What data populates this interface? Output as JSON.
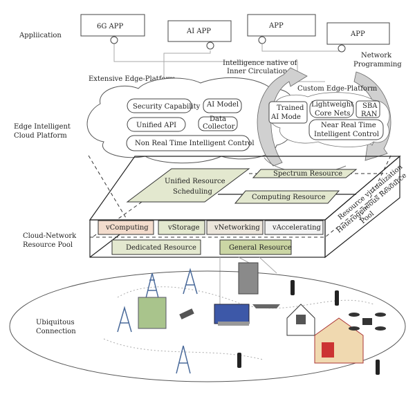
{
  "layers": {
    "application": "Appliication",
    "edge_platform": [
      "Edge Intelligent",
      "Cloud Platform"
    ],
    "resource_pool": [
      "Cloud-Network",
      "Resource Pool"
    ],
    "connection": [
      "Ubiquitous",
      "Connection"
    ]
  },
  "apps": [
    "6G APP",
    "AI APP",
    "APP",
    "APP"
  ],
  "annotations": {
    "intelligence_native": [
      "Intelligence native of",
      "Inner Circulation"
    ],
    "network_programming": [
      "Network",
      "Programming"
    ],
    "extensive_edge": "Extensive Edge-Platform",
    "custom_edge": "Custom Edge-Platform"
  },
  "extensive_edge_items": {
    "security": "Security Capability",
    "ai_model": "AI Model",
    "unified_api": "Unified API",
    "data_collector": [
      "Data",
      "Collector"
    ],
    "non_rt_control": "Non Real Time Intelligent Control"
  },
  "custom_edge_items": {
    "trained_ai": [
      "Trained",
      "AI Mode"
    ],
    "lightweight": [
      "Lightweight",
      "Core Nets"
    ],
    "sba_ran": [
      "SBA",
      "RAN"
    ],
    "near_rt_control": [
      "Near Real Time",
      "Intelligent Control"
    ]
  },
  "resource_pool": {
    "unified_scheduling": [
      "Unified Resource",
      "Scheduling"
    ],
    "spectrum": "Spectrum Resource",
    "computing": "Computing Resource",
    "virtual": [
      "vComputing",
      "vStorage",
      "vNetworking",
      "vAccelerating"
    ],
    "dedicated": "Dedicated Resource",
    "general": "General Resource",
    "side_label_1": "Resource virtualization",
    "side_label_2": [
      "Heterogeneous Resource",
      "Pool"
    ]
  },
  "colors": {
    "resource_fill": "#e3e8cf",
    "vcomputing": "#f3dccd",
    "vnetworking": "#ece6dc",
    "vaccelerating": "#f3f3f3",
    "general": "#cbd6a4",
    "arrow_gray": "#d0d0d0"
  }
}
